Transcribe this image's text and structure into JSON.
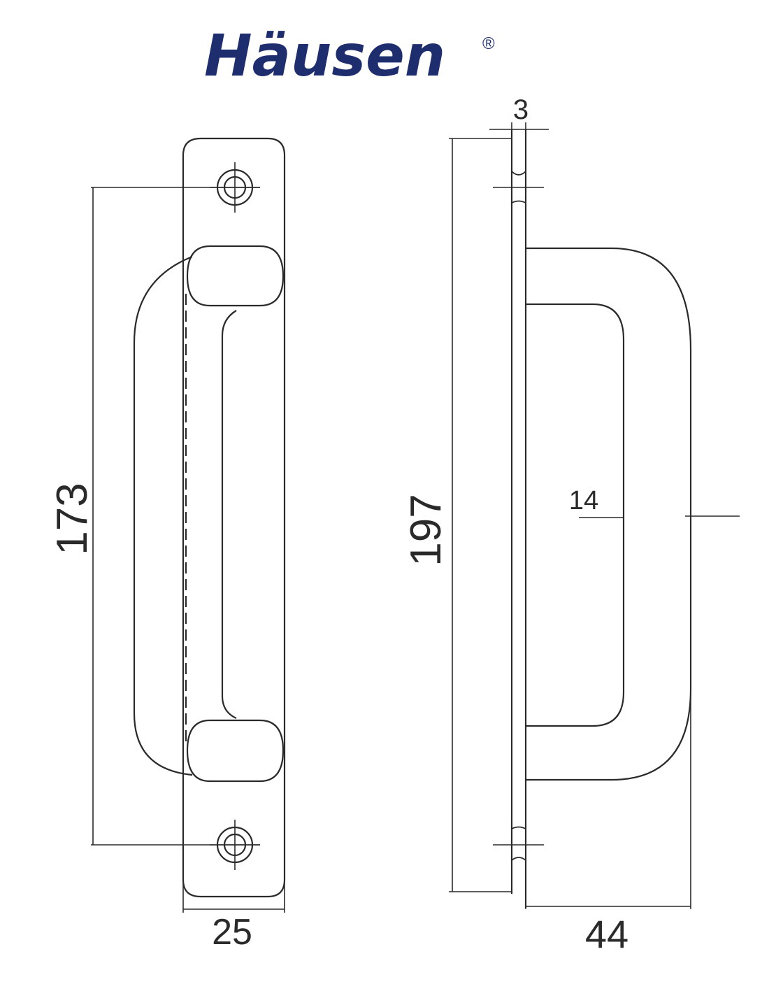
{
  "brand": {
    "name": "Häusen",
    "registered_mark": "®",
    "color": "#1e2d6e"
  },
  "drawing": {
    "line_color": "#2a2a2a",
    "front_view": {
      "dim_height": "173",
      "dim_width": "25"
    },
    "side_view": {
      "dim_height": "197",
      "dim_thickness": "3",
      "dim_grip": "14",
      "dim_depth": "44"
    }
  }
}
